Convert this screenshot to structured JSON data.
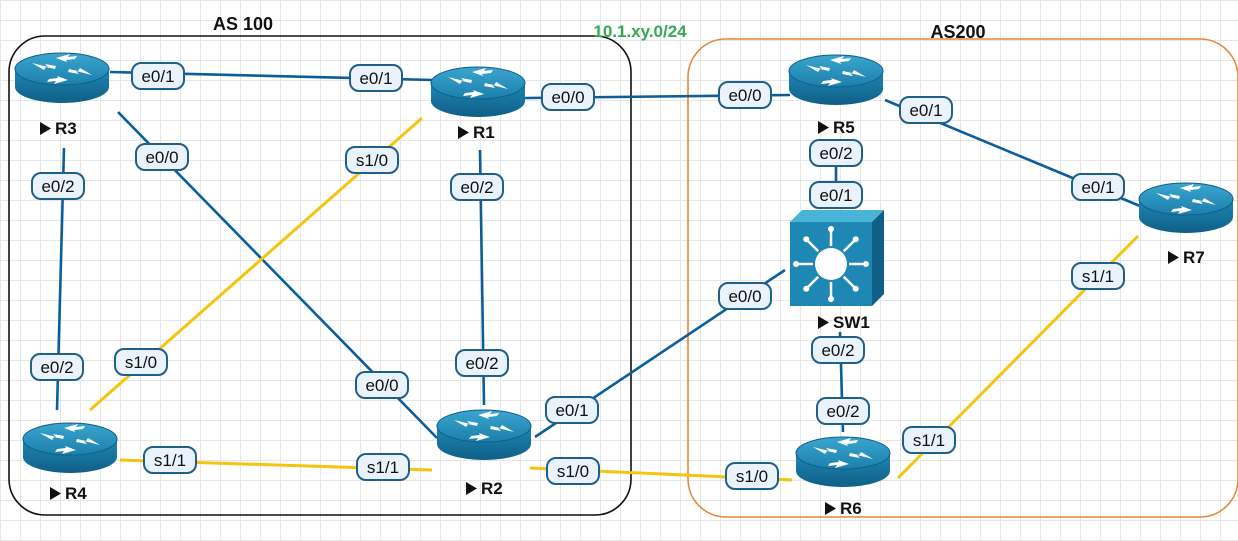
{
  "colors": {
    "ethernet_link": "#0b5e9a",
    "serial_link": "#f5c40f",
    "as100_border": "#111111",
    "as200_border": "#e08a3c",
    "label_fill": "#eaf3fb",
    "label_border": "#1f5f8b",
    "subnet_text": "#34a853",
    "router_body": "#1f87b4",
    "switch_body": "#1f87b4"
  },
  "groups": {
    "as100_title": "AS 100",
    "as200_title": "AS200",
    "subnet": "10.1.xy.0/24"
  },
  "devices": [
    {
      "id": "R3",
      "label": "R3",
      "icon": "router-icon"
    },
    {
      "id": "R1",
      "label": "R1",
      "icon": "router-icon"
    },
    {
      "id": "R4",
      "label": "R4",
      "icon": "router-icon"
    },
    {
      "id": "R2",
      "label": "R2",
      "icon": "router-icon"
    },
    {
      "id": "R5",
      "label": "R5",
      "icon": "router-icon"
    },
    {
      "id": "R6",
      "label": "R6",
      "icon": "router-icon"
    },
    {
      "id": "R7",
      "label": "R7",
      "icon": "router-icon"
    },
    {
      "id": "SW1",
      "label": "SW1",
      "icon": "multilayer-switch-icon"
    }
  ],
  "links": [
    {
      "type": "ethernet",
      "a": "R3",
      "a_if": "e0/1",
      "b": "R1",
      "b_if": "e0/1"
    },
    {
      "type": "ethernet",
      "a": "R3",
      "a_if": "e0/2",
      "b": "R4",
      "b_if": "e0/2"
    },
    {
      "type": "ethernet",
      "a": "R3",
      "a_if": "e0/0",
      "b": "R2",
      "b_if": "e0/0"
    },
    {
      "type": "ethernet",
      "a": "R1",
      "a_if": "e0/2",
      "b": "R2",
      "b_if": "e0/2"
    },
    {
      "type": "serial",
      "a": "R1",
      "a_if": "s1/0",
      "b": "R4",
      "b_if": "s1/0"
    },
    {
      "type": "serial",
      "a": "R4",
      "a_if": "s1/1",
      "b": "R2",
      "b_if": "s1/1"
    },
    {
      "type": "ethernet",
      "a": "R1",
      "a_if": "e0/0",
      "b": "R5",
      "b_if": "e0/0"
    },
    {
      "type": "ethernet",
      "a": "R2",
      "a_if": "e0/1",
      "b": "SW1",
      "b_if": "e0/0"
    },
    {
      "type": "serial",
      "a": "R2",
      "a_if": "s1/0",
      "b": "R6",
      "b_if": "s1/0"
    },
    {
      "type": "ethernet",
      "a": "R5",
      "a_if": "e0/1",
      "b": "R7",
      "b_if": "e0/1"
    },
    {
      "type": "ethernet",
      "a": "R5",
      "a_if": "e0/2",
      "b": "SW1",
      "b_if": "e0/1"
    },
    {
      "type": "ethernet",
      "a": "SW1",
      "a_if": "e0/2",
      "b": "R6",
      "b_if": "e0/2"
    },
    {
      "type": "serial",
      "a": "R6",
      "a_if": "s1/1",
      "b": "R7",
      "b_if": "s1/1"
    }
  ]
}
